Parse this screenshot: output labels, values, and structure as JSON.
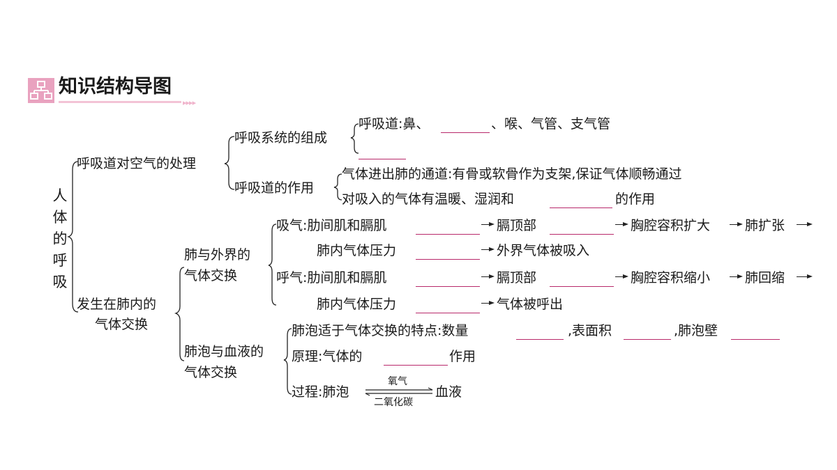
{
  "header": {
    "title": "知识结构导图"
  },
  "root": {
    "chars": [
      "人",
      "体",
      "的",
      "呼",
      "吸"
    ]
  },
  "branch1": {
    "label": "呼吸道对空气的处理",
    "composition": {
      "label": "呼吸系统的组成",
      "line1_a": "呼吸道:鼻、",
      "line1_b": "、喉、气管、支气管"
    },
    "function": {
      "label": "呼吸道的作用",
      "line1": "气体进出肺的通道:有骨或软骨作为支架,保证气体顺畅通过",
      "line2_a": "对吸入的气体有温暖、湿润和",
      "line2_b": "的作用"
    }
  },
  "branch2": {
    "label_1": "发生在肺内的",
    "label_2": "气体交换",
    "external": {
      "label_1": "肺与外界的",
      "label_2": "气体交换",
      "inhale": {
        "prefix": "吸气:肋间肌和膈肌",
        "diaphragm": "膈顶部",
        "chest": "胸腔容积扩大",
        "lung": "肺扩张",
        "pressure": "肺内气体压力",
        "result": "外界气体被吸入"
      },
      "exhale": {
        "prefix": "呼气:肋间肌和膈肌",
        "diaphragm": "膈顶部",
        "chest": "胸腔容积缩小",
        "lung": "肺回缩",
        "pressure": "肺内气体压力",
        "result": "气体被呼出"
      }
    },
    "blood": {
      "label_1": "肺泡与血液的",
      "label_2": "气体交换",
      "features": {
        "prefix": "肺泡适于气体交换的特点:数量",
        "area": ",表面积",
        "wall": ",肺泡壁"
      },
      "principle": {
        "prefix": "原理:气体的",
        "suffix": "作用"
      },
      "process": {
        "prefix": "过程:肺泡",
        "top": "氧气",
        "bottom": "二氧化碳",
        "suffix": "血液"
      }
    }
  },
  "colors": {
    "accent": "#e9a2bf",
    "blank_line": "#b8286a"
  }
}
